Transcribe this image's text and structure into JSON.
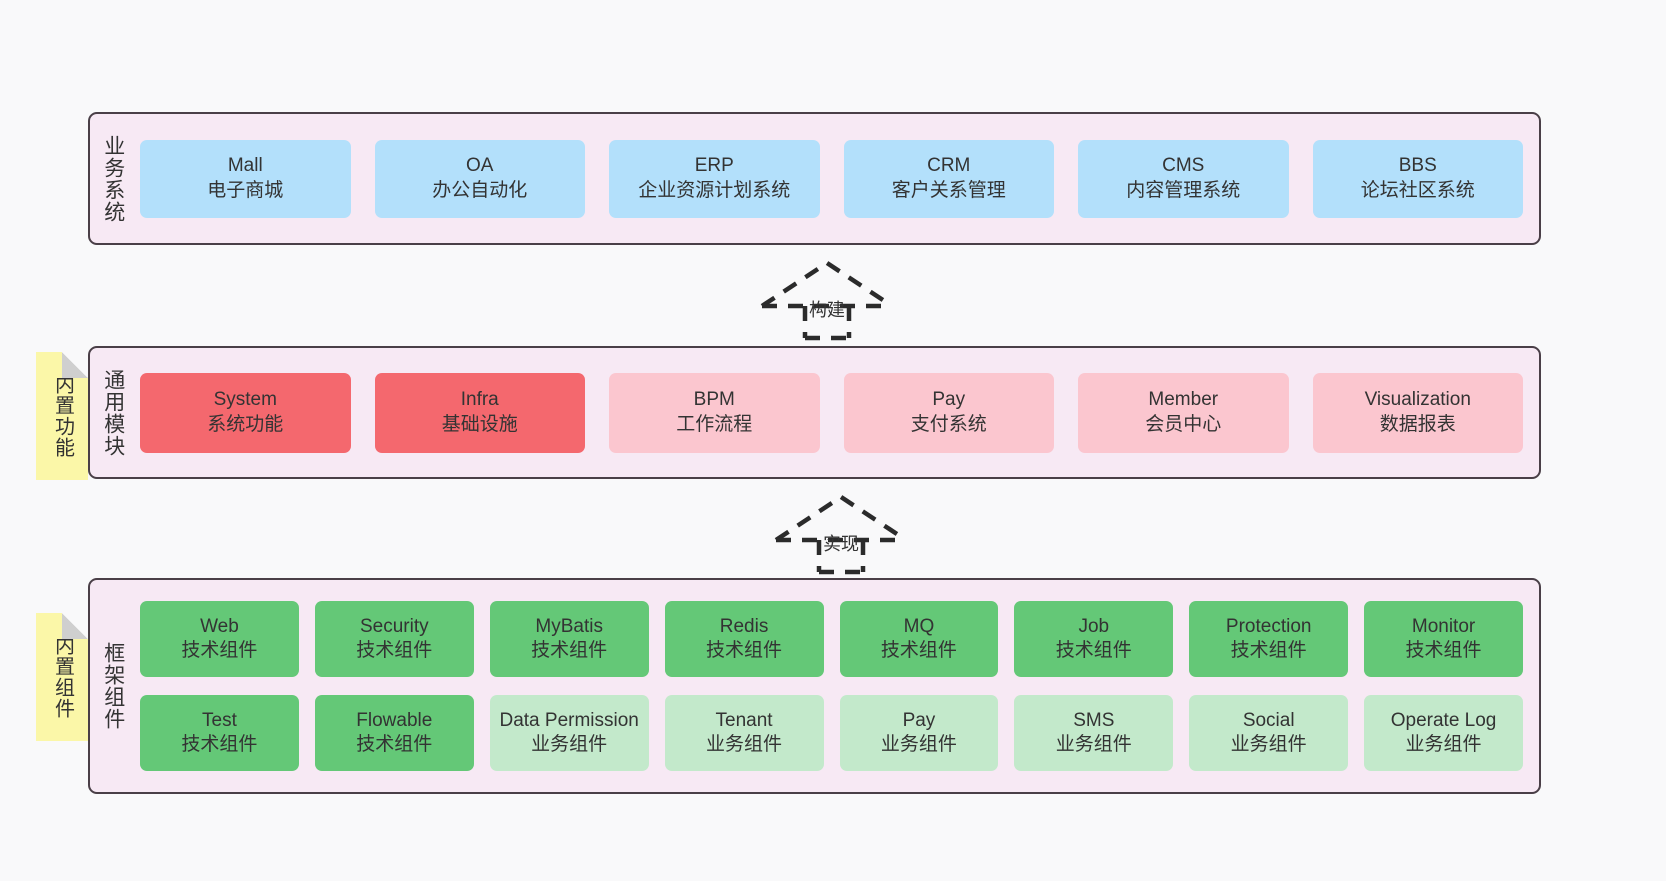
{
  "canvas": {
    "background": "#f9f9fa",
    "border_color": "#4a3f47",
    "container_fill": "#f7e9f4"
  },
  "layers": [
    {
      "id": "business",
      "label": "业务系统",
      "rows": [
        [
          {
            "name": "Mall",
            "desc": "电子商城",
            "color": "#b3e0fb",
            "style": "c-blue"
          },
          {
            "name": "OA",
            "desc": "办公自动化",
            "color": "#b3e0fb",
            "style": "c-blue"
          },
          {
            "name": "ERP",
            "desc": "企业资源计划系统",
            "color": "#b3e0fb",
            "style": "c-blue"
          },
          {
            "name": "CRM",
            "desc": "客户关系管理",
            "color": "#b3e0fb",
            "style": "c-blue"
          },
          {
            "name": "CMS",
            "desc": "内容管理系统",
            "color": "#b3e0fb",
            "style": "c-blue"
          },
          {
            "name": "BBS",
            "desc": "论坛社区系统",
            "color": "#b3e0fb",
            "style": "c-blue"
          }
        ]
      ]
    },
    {
      "id": "common-module",
      "label": "通用模块",
      "sticky": "内置功能",
      "rows": [
        [
          {
            "name": "System",
            "desc": "系统功能",
            "color": "#f4686e",
            "style": "c-red"
          },
          {
            "name": "Infra",
            "desc": "基础设施",
            "color": "#f4686e",
            "style": "c-red"
          },
          {
            "name": "BPM",
            "desc": "工作流程",
            "color": "#fbc6cf",
            "style": "c-pink"
          },
          {
            "name": "Pay",
            "desc": "支付系统",
            "color": "#fbc6cf",
            "style": "c-pink"
          },
          {
            "name": "Member",
            "desc": "会员中心",
            "color": "#fbc6cf",
            "style": "c-pink"
          },
          {
            "name": "Visualization",
            "desc": "数据报表",
            "color": "#fbc6cf",
            "style": "c-pink"
          }
        ]
      ]
    },
    {
      "id": "framework",
      "label": "框架组件",
      "sticky": "内置组件",
      "rows": [
        [
          {
            "name": "Web",
            "desc": "技术组件",
            "color": "#64c877",
            "style": "c-green"
          },
          {
            "name": "Security",
            "desc": "技术组件",
            "color": "#64c877",
            "style": "c-green"
          },
          {
            "name": "MyBatis",
            "desc": "技术组件",
            "color": "#64c877",
            "style": "c-green"
          },
          {
            "name": "Redis",
            "desc": "技术组件",
            "color": "#64c877",
            "style": "c-green"
          },
          {
            "name": "MQ",
            "desc": "技术组件",
            "color": "#64c877",
            "style": "c-green"
          },
          {
            "name": "Job",
            "desc": "技术组件",
            "color": "#64c877",
            "style": "c-green"
          },
          {
            "name": "Protection",
            "desc": "技术组件",
            "color": "#64c877",
            "style": "c-green"
          },
          {
            "name": "Monitor",
            "desc": "技术组件",
            "color": "#64c877",
            "style": "c-green"
          }
        ],
        [
          {
            "name": "Test",
            "desc": "技术组件",
            "color": "#64c877",
            "style": "c-green"
          },
          {
            "name": "Flowable",
            "desc": "技术组件",
            "color": "#64c877",
            "style": "c-green"
          },
          {
            "name": "Data Permission",
            "desc": "业务组件",
            "color": "#c3e9cb",
            "style": "c-lightgreen"
          },
          {
            "name": "Tenant",
            "desc": "业务组件",
            "color": "#c3e9cb",
            "style": "c-lightgreen"
          },
          {
            "name": "Pay",
            "desc": "业务组件",
            "color": "#c3e9cb",
            "style": "c-lightgreen"
          },
          {
            "name": "SMS",
            "desc": "业务组件",
            "color": "#c3e9cb",
            "style": "c-lightgreen"
          },
          {
            "name": "Social",
            "desc": "业务组件",
            "color": "#c3e9cb",
            "style": "c-lightgreen"
          },
          {
            "name": "Operate Log",
            "desc": "业务组件",
            "color": "#c3e9cb",
            "style": "c-lightgreen"
          }
        ]
      ]
    }
  ],
  "connectors": [
    {
      "id": "build",
      "label": "构建",
      "from": "common-module",
      "to": "business"
    },
    {
      "id": "implement",
      "label": "实现",
      "from": "framework",
      "to": "common-module"
    }
  ]
}
